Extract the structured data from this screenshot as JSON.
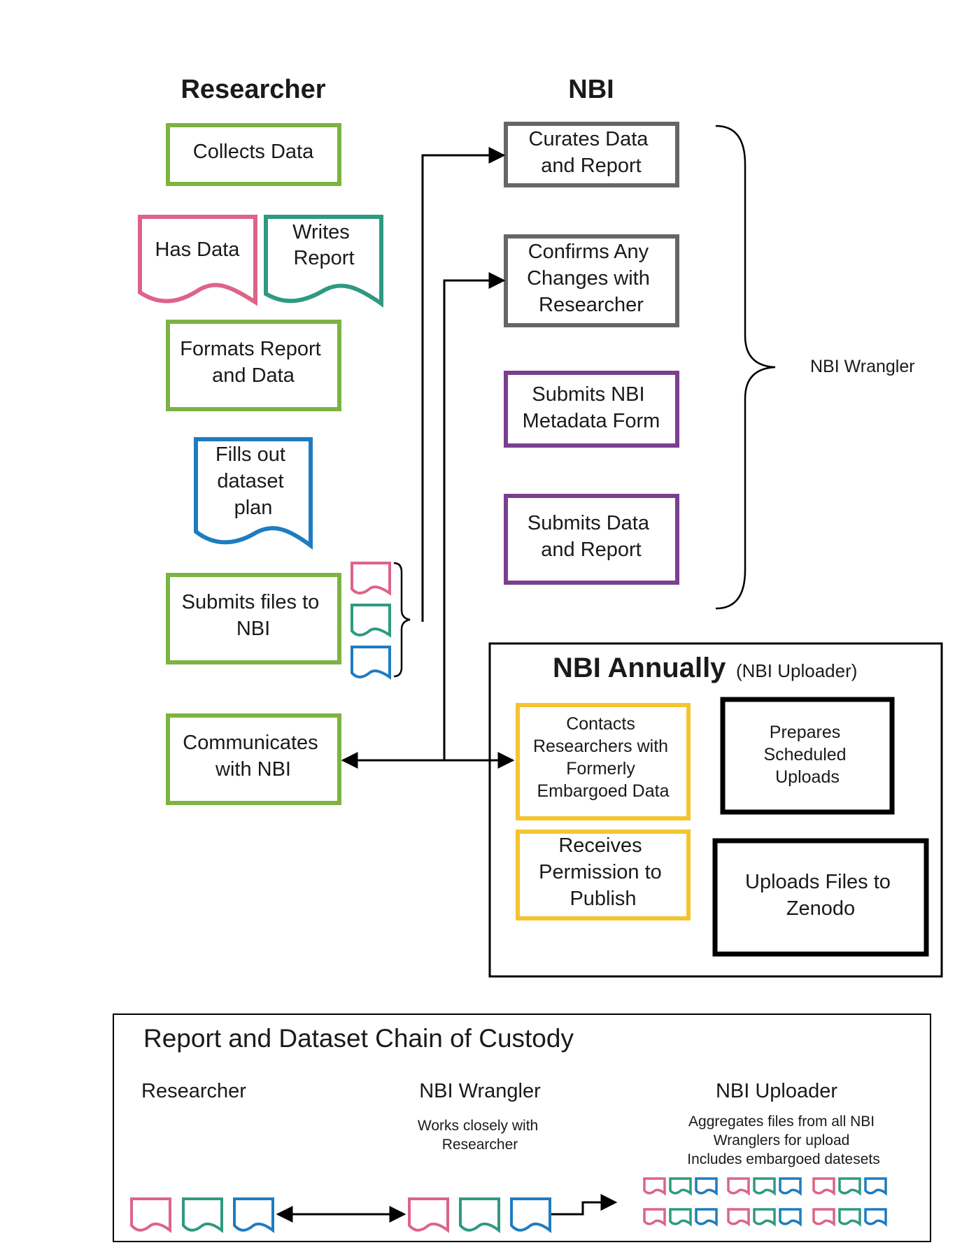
{
  "colors": {
    "green": "#7cb342",
    "gray": "#666666",
    "purple": "#7b3f8f",
    "pink": "#dc6488",
    "teal": "#2e9a80",
    "blue": "#1e7cc0",
    "yellow": "#f4c430",
    "black": "#000000"
  },
  "headers": {
    "researcher": "Researcher",
    "nbi": "NBI"
  },
  "researcher_steps": {
    "collects": "Collects Data",
    "has_data": "Has Data",
    "writes_report": [
      "Writes",
      "Report"
    ],
    "formats": [
      "Formats Report",
      "and Data"
    ],
    "dataset_plan": [
      "Fills out",
      "dataset",
      "plan"
    ],
    "submits_files": [
      "Submits files to",
      "NBI"
    ],
    "communicates": [
      "Communicates",
      "with NBI"
    ]
  },
  "nbi_steps": {
    "curates": [
      "Curates Data",
      "and Report"
    ],
    "confirms": [
      "Confirms Any",
      "Changes with",
      "Researcher"
    ],
    "metadata": [
      "Submits  NBI",
      "Metadata Form"
    ],
    "submits_data": [
      "Submits Data",
      "and Report"
    ]
  },
  "wrangler_label": "NBI Wrangler",
  "annual": {
    "title": "NBI Annually",
    "subtitle": "(NBI Uploader)",
    "contacts": [
      "Contacts",
      "Researchers with",
      "Formerly",
      "Embargoed Data"
    ],
    "receives": [
      "Receives",
      "Permission to",
      "Publish"
    ],
    "prepares": [
      "Prepares",
      "Scheduled",
      "Uploads"
    ],
    "uploads": [
      "Uploads Files to",
      "Zenodo"
    ]
  },
  "legend": {
    "title": "Report and Dataset Chain of  Custody",
    "researcher": "Researcher",
    "wrangler": "NBI Wrangler",
    "wrangler_note": [
      "Works closely with",
      "Researcher"
    ],
    "uploader": "NBI Uploader",
    "uploader_note": [
      "Aggregates files from all NBI",
      "Wranglers for upload",
      "Includes embargoed datesets"
    ]
  }
}
